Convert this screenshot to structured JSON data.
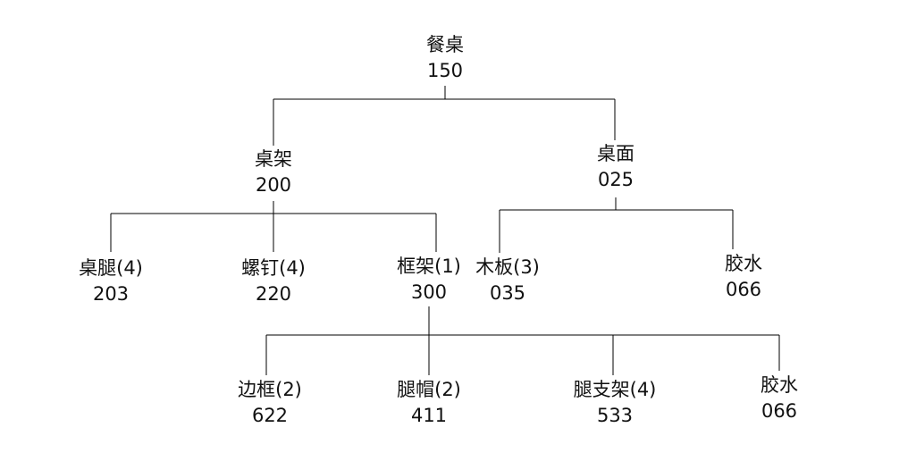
{
  "tree": {
    "root": {
      "name": "餐桌",
      "code": "150"
    },
    "frame": {
      "name": "桌架",
      "code": "200"
    },
    "top": {
      "name": "桌面",
      "code": "025"
    },
    "leg": {
      "name": "桌腿(4)",
      "code": "203"
    },
    "screw": {
      "name": "螺钉(4)",
      "code": "220"
    },
    "framework": {
      "name": "框架(1)",
      "code": "300"
    },
    "board": {
      "name": "木板(3)",
      "code": "035"
    },
    "glue_top": {
      "name": "胶水",
      "code": "066"
    },
    "border": {
      "name": "边框(2)",
      "code": "622"
    },
    "legcap": {
      "name": "腿帽(2)",
      "code": "411"
    },
    "legbracket": {
      "name": "腿支架(4)",
      "code": "533"
    },
    "glue_frame": {
      "name": "胶水",
      "code": "066"
    }
  }
}
